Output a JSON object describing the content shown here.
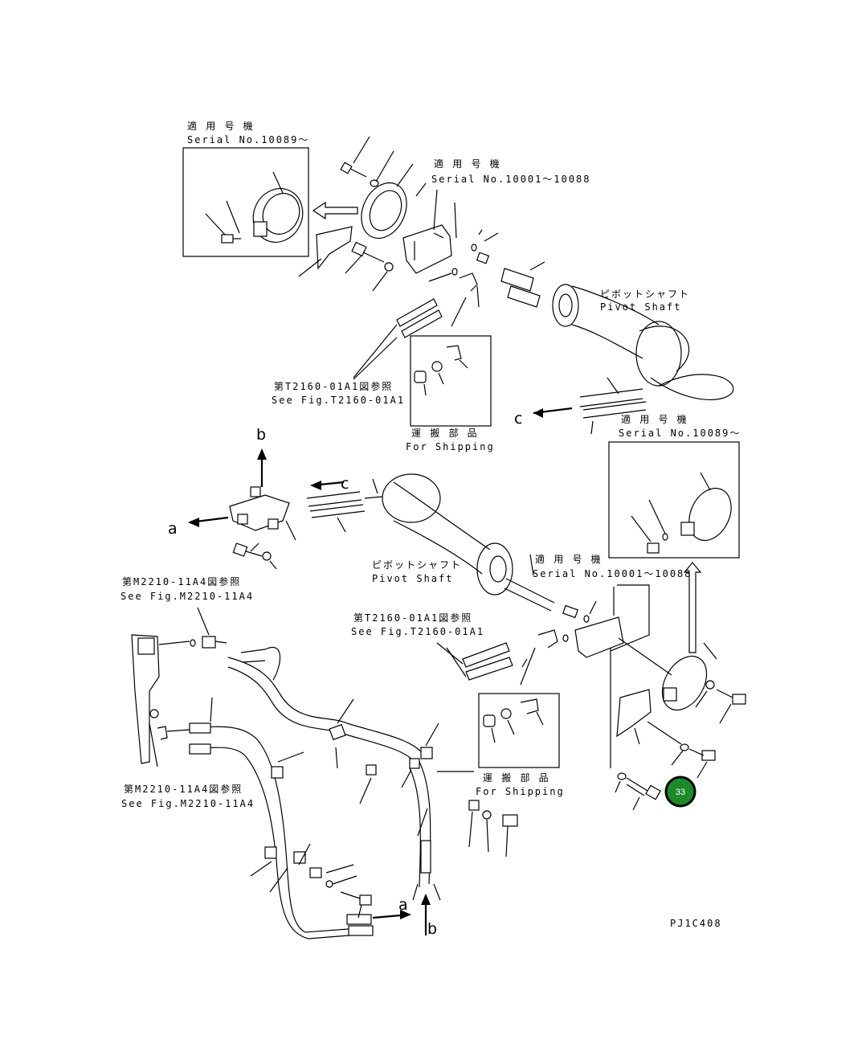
{
  "labels": {
    "serial_top_left_jp": "適 用 号 機",
    "serial_top_left_en": "Serial No.10089～",
    "serial_top_mid_jp": "適 用 号 機",
    "serial_top_mid_en": "Serial No.10001～10088",
    "pivot_top_jp": "ピボットシャフト",
    "pivot_top_en": "Pivot Shaft",
    "see_t2160_top_jp": "第T2160-01A1図参照",
    "see_t2160_top_en": "See Fig.T2160-01A1",
    "shipping_top_jp": "運 搬 部 品",
    "shipping_top_en": "For Shipping",
    "serial_right_jp": "適 用 号 機",
    "serial_right_en": "Serial No.10089～",
    "pivot_mid_jp": "ピボットシャフト",
    "pivot_mid_en": "Pivot Shaft",
    "serial_mid_jp": "適 用 号 機",
    "serial_mid_en": "Serial No.10001～10088",
    "see_m2210_top_jp": "第M2210-11A4図参照",
    "see_m2210_top_en": "See Fig.M2210-11A4",
    "see_t2160_mid_jp": "第T2160-01A1図参照",
    "see_t2160_mid_en": "See Fig.T2160-01A1",
    "shipping_bot_jp": "運 搬 部 品",
    "shipping_bot_en": "For Shipping",
    "see_m2210_bot_jp": "第M2210-11A4図参照",
    "see_m2210_bot_en": "See Fig.M2210-11A4",
    "drawing_code": "PJ1C408"
  },
  "refs": {
    "a_left": "a",
    "a_bottom": "a",
    "b_top": "b",
    "b_bottom": "b",
    "c_top": "c",
    "c_mid": "c"
  },
  "callout": {
    "number": "33",
    "color": "#1d8a2a",
    "ring_color": "#000000"
  }
}
